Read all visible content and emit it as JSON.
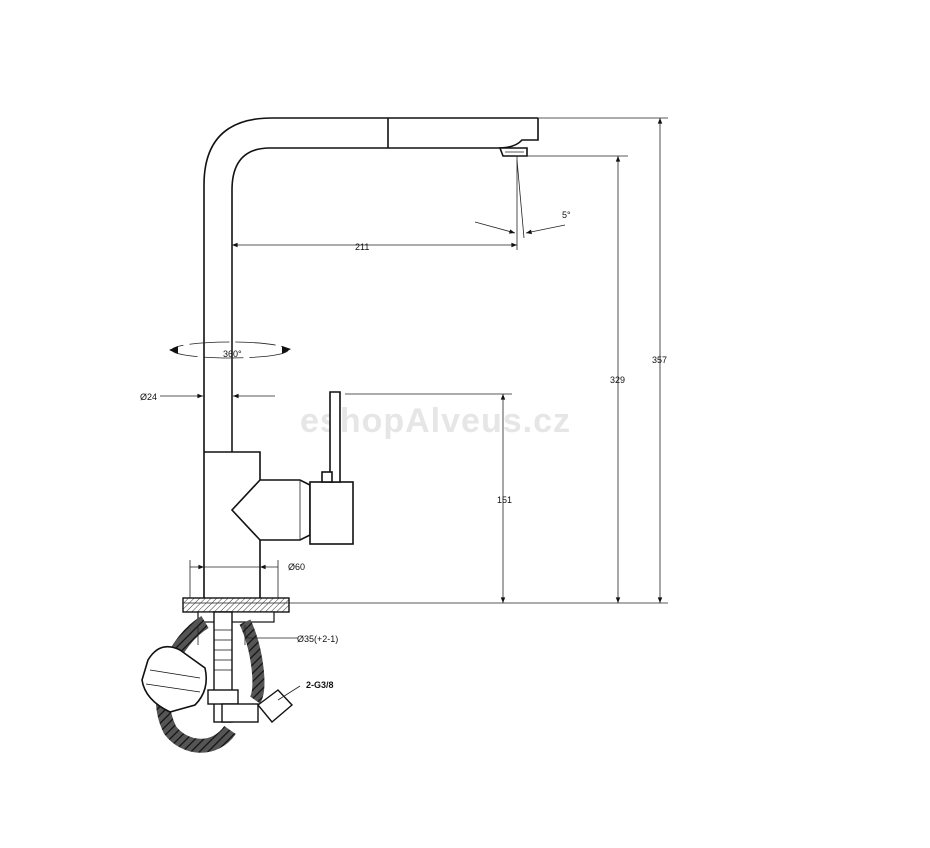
{
  "watermark": "eshopAlveus.cz",
  "dimensions": {
    "spout_reach": "211",
    "spray_angle": "5°",
    "swivel": "360°",
    "spout_diameter": "Ø24",
    "lever_height": "151",
    "outlet_height": "329",
    "total_height": "357",
    "body_diameter": "Ø60",
    "mounting_hole": "Ø35(+2-1)",
    "connection": "2-G3/8"
  }
}
